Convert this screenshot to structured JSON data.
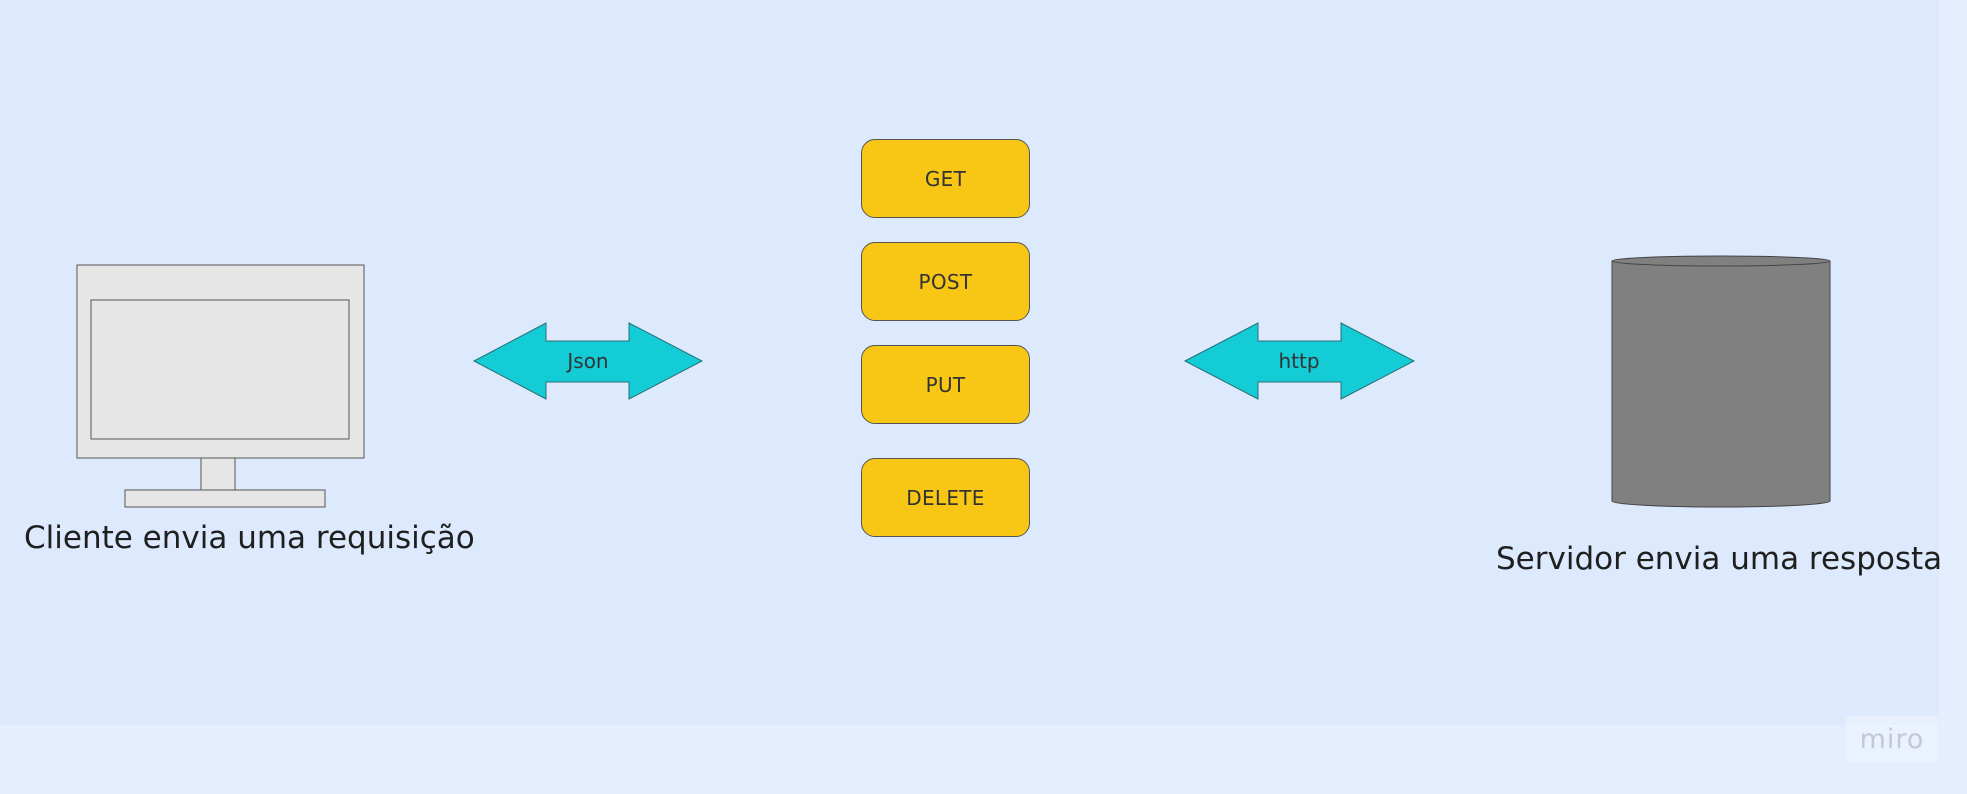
{
  "diagram": {
    "client_caption": "Cliente envia uma requisição",
    "server_caption": "Servidor envia uma resposta",
    "left_arrow_label": "Json",
    "right_arrow_label": "http",
    "methods": [
      "GET",
      "POST",
      "PUT",
      "DELETE"
    ],
    "icons": {
      "client": "computer-monitor-icon",
      "server": "database-cylinder-icon"
    },
    "colors": {
      "background": "#dde9fd",
      "method_box": "#f8c716",
      "arrow": "#14ccd6",
      "server": "#808080",
      "monitor": "#e6e6e6"
    }
  },
  "branding": {
    "watermark": "miro"
  }
}
